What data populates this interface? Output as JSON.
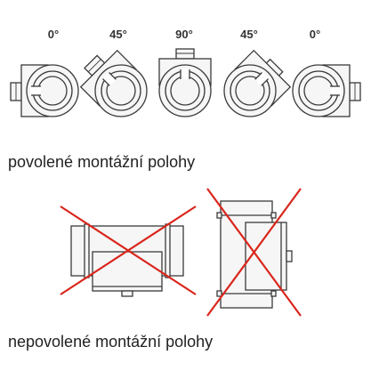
{
  "angles": [
    {
      "label": "0°"
    },
    {
      "label": "45°"
    },
    {
      "label": "90°"
    },
    {
      "label": "45°"
    },
    {
      "label": "0°"
    }
  ],
  "allowed_caption": "povolené montážní polohy",
  "forbidden_caption": "nepovolené montážní polohy",
  "colors": {
    "line": "#3a3a3a",
    "cross": "#d9261c",
    "fill": "#f6f6f6"
  }
}
